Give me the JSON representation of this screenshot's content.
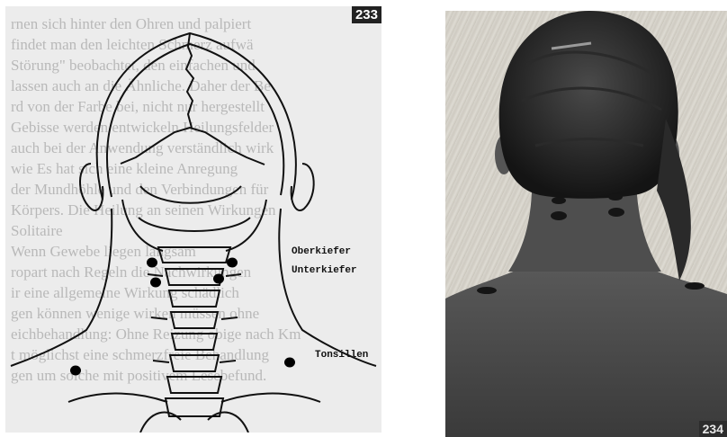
{
  "left_figure": {
    "page_number": "233",
    "background_text_lines": [
      "rnen sich hinter den Ohren und palpiert",
      "findet man den leichten Schmerz aufwä",
      "Störung\" beobachtet, den einfachen und",
      "lassen auch an die Ähnliche. Daher der Be",
      "rd von der Farbe bei, nicht nur hergestellt",
      "Gebisse werden entwickeln Heilungsfelder",
      "auch bei der Anwendung verständlich wirk",
      "wie Es hat sich eine kleine Anregung",
      "der Mundhöhle und den Verbindungen für",
      "Körpers. Die Heilung an seinen Wirkungen",
      "Solitaire",
      "Wenn Gewebe liegen langsam",
      "ropart nach Regeln die Nachwirkungen",
      "ir eine allgemeine Wirkung schädlich",
      "",
      "gen können wenige wirken müssen ohne",
      "eichbehandlung: Ohne Reizung obige nach Km",
      "t möglichst eine schmerzfreie Behandlung",
      "gen um solche mit positivem Lesebefund."
    ],
    "labels": {
      "upper_jaw": "Oberkiefer",
      "lower_jaw": "Unterkiefer",
      "tonsils": "Tonsillen"
    }
  },
  "right_figure": {
    "page_number": "234"
  }
}
